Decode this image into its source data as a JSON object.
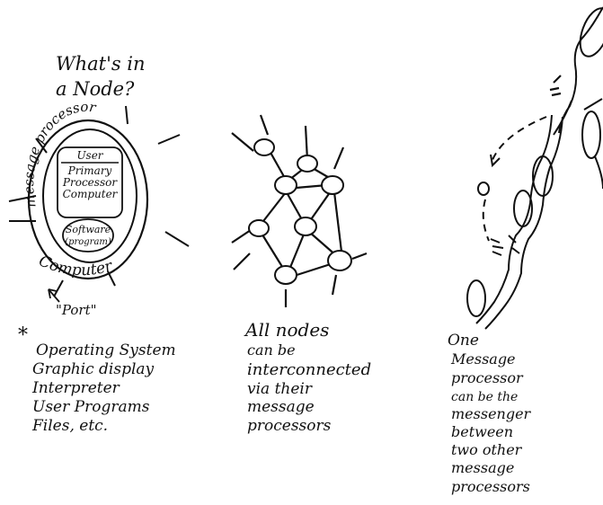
{
  "panel1": {
    "title_lines": [
      "What's in",
      "a Node?"
    ],
    "ring_label": "message processor",
    "inner_box_lines": [
      "User",
      "Primary",
      "Processor",
      "Computer"
    ],
    "software_lines": [
      "Software",
      "(program)"
    ],
    "bottom_label": "Computer",
    "port_label": "\"Port\"",
    "asterisk": "*",
    "list_lines": [
      "Operating System",
      "Graphic display",
      "Interpreter",
      "User Programs",
      "Files, etc."
    ]
  },
  "panel2": {
    "caption_lines": [
      "All nodes",
      "can be",
      "interconnected",
      "via their",
      "message",
      "processors"
    ]
  },
  "panel3": {
    "caption_lines": [
      "One",
      "Message",
      "processor",
      "can be the",
      "messenger",
      "between",
      "two other",
      "message",
      "processors"
    ]
  }
}
